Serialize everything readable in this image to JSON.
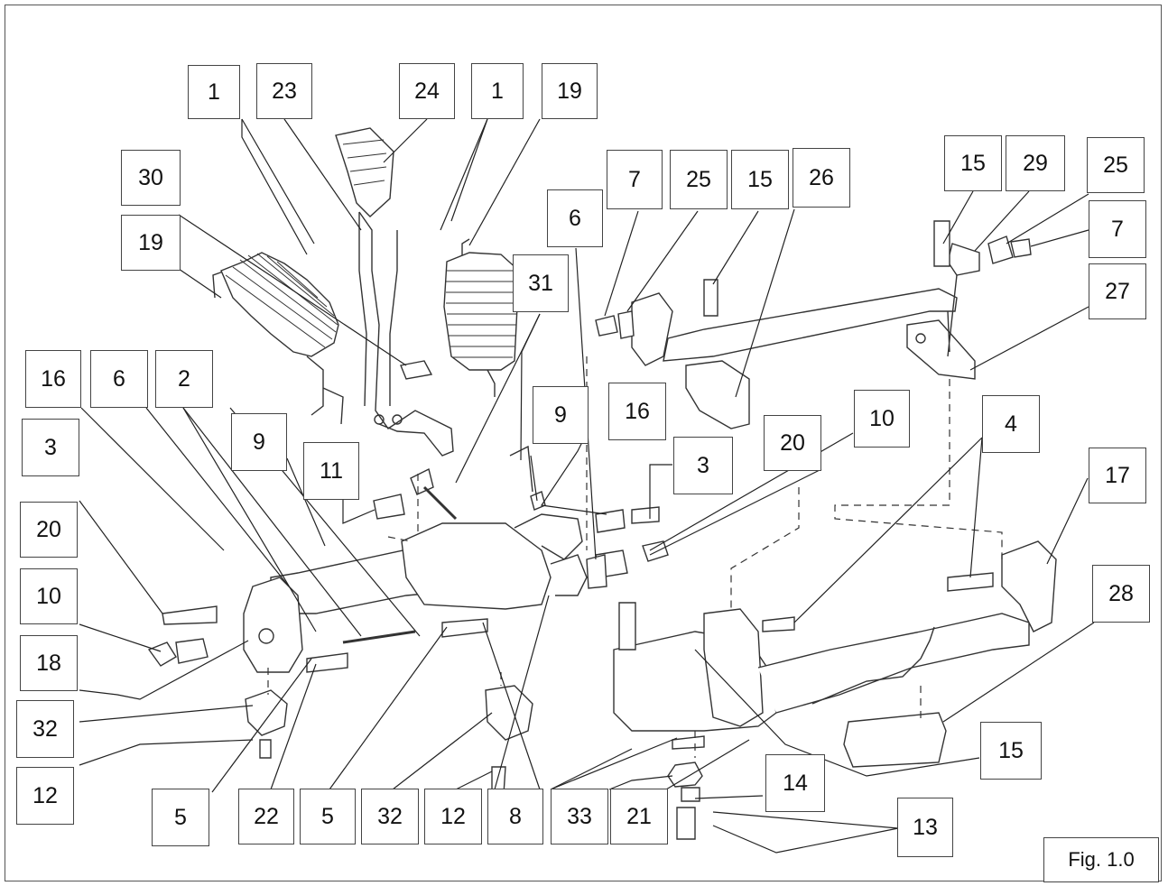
{
  "figure": {
    "caption": "Fig. 1.0"
  },
  "callouts": {
    "top_1a": "1",
    "top_23": "23",
    "top_24": "24",
    "top_1b": "1",
    "top_19": "19",
    "left_30": "30",
    "left_19": "19",
    "mid_7a": "7",
    "mid_25a": "25",
    "mid_15a": "15",
    "mid_26": "26",
    "mid_6a": "6",
    "right_15": "15",
    "right_29": "29",
    "right_25": "25",
    "right_7": "7",
    "right_27": "27",
    "mid_31": "31",
    "left_16": "16",
    "left_6": "6",
    "left_2": "2",
    "left_9": "9",
    "left_11": "11",
    "mid_9": "9",
    "mid_16": "16",
    "mid_3": "3",
    "mid_20": "20",
    "mid_10": "10",
    "right_4": "4",
    "right_17": "17",
    "right_28": "28",
    "left_3": "3",
    "left_20": "20",
    "left_10": "10",
    "left_18": "18",
    "left_32": "32",
    "left_12": "12",
    "bot_5a": "5",
    "bot_22": "22",
    "bot_5b": "5",
    "bot_32": "32",
    "bot_12": "12",
    "bot_8": "8",
    "bot_33": "33",
    "bot_21": "21",
    "bot_14": "14",
    "bot_13": "13",
    "bot_15": "15"
  }
}
